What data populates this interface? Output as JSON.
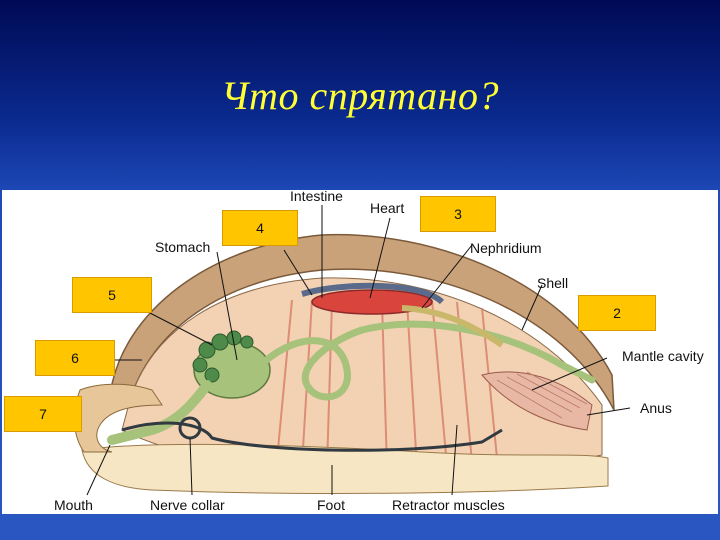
{
  "slide": {
    "title": "Что спрятано?"
  },
  "labels": {
    "intestine": "Intestine",
    "heart": "Heart",
    "stomach": "Stomach",
    "nephridium": "Nephridium",
    "shell": "Shell",
    "mantle_cavity": "Mantle cavity",
    "anus": "Anus",
    "mouth": "Mouth",
    "nerve_collar": "Nerve collar",
    "foot": "Foot",
    "retractor_muscles": "Retractor muscles"
  },
  "boxes": {
    "b4": "4",
    "b3": "3",
    "b5": "5",
    "b2": "2",
    "b6": "6",
    "b7": "7"
  },
  "colors": {
    "background": "#1e49b8",
    "title": "#ffff33",
    "box": "#ffc600",
    "shell": "#c9a27a",
    "muscle": "#e8a48c",
    "gut": "#a7c27a",
    "heart": "#d9443c",
    "nerve": "#303a40"
  }
}
